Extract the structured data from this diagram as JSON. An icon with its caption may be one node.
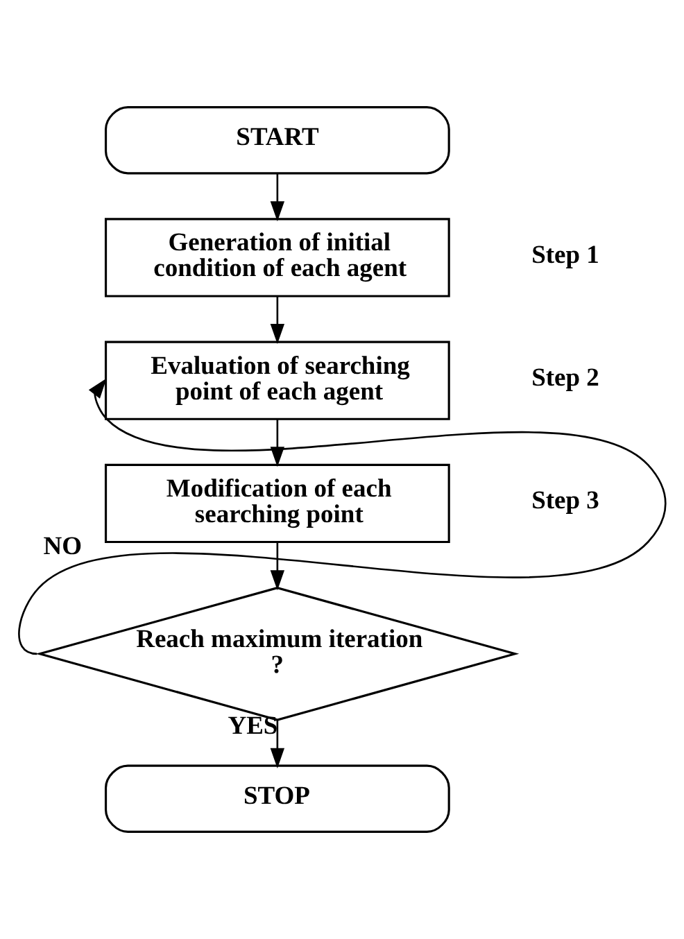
{
  "diagram": {
    "nodes": [
      {
        "text": [
          "START"
        ]
      },
      {
        "text": [
          "Generation of initial condition of each agent"
        ],
        "beside": [
          "Step 1"
        ]
      },
      {
        "text": [
          "Evaluation of searching point of each agent"
        ],
        "beside": [
          "Step 2"
        ]
      },
      {
        "text": [
          "Modification of each searching point"
        ],
        "beside": [
          "Step 3"
        ]
      },
      {
        "text": [
          "Reach maximum iteration ?"
        ]
      },
      {
        "text": [
          "STOP"
        ]
      }
    ],
    "edges": [
      {
        "from": 0,
        "to": 1,
        "arrow": "to"
      },
      {
        "from": 1,
        "to": 2,
        "arrow": "to"
      },
      {
        "from": 2,
        "to": 3,
        "arrow": "to"
      },
      {
        "from": 3,
        "to": 4,
        "arrow": "to"
      },
      {
        "from": 4,
        "to": 2,
        "arrow": "to",
        "label": "NO"
      },
      {
        "from": 4,
        "to": 5,
        "arrow": "to",
        "label": "YES"
      }
    ]
  }
}
